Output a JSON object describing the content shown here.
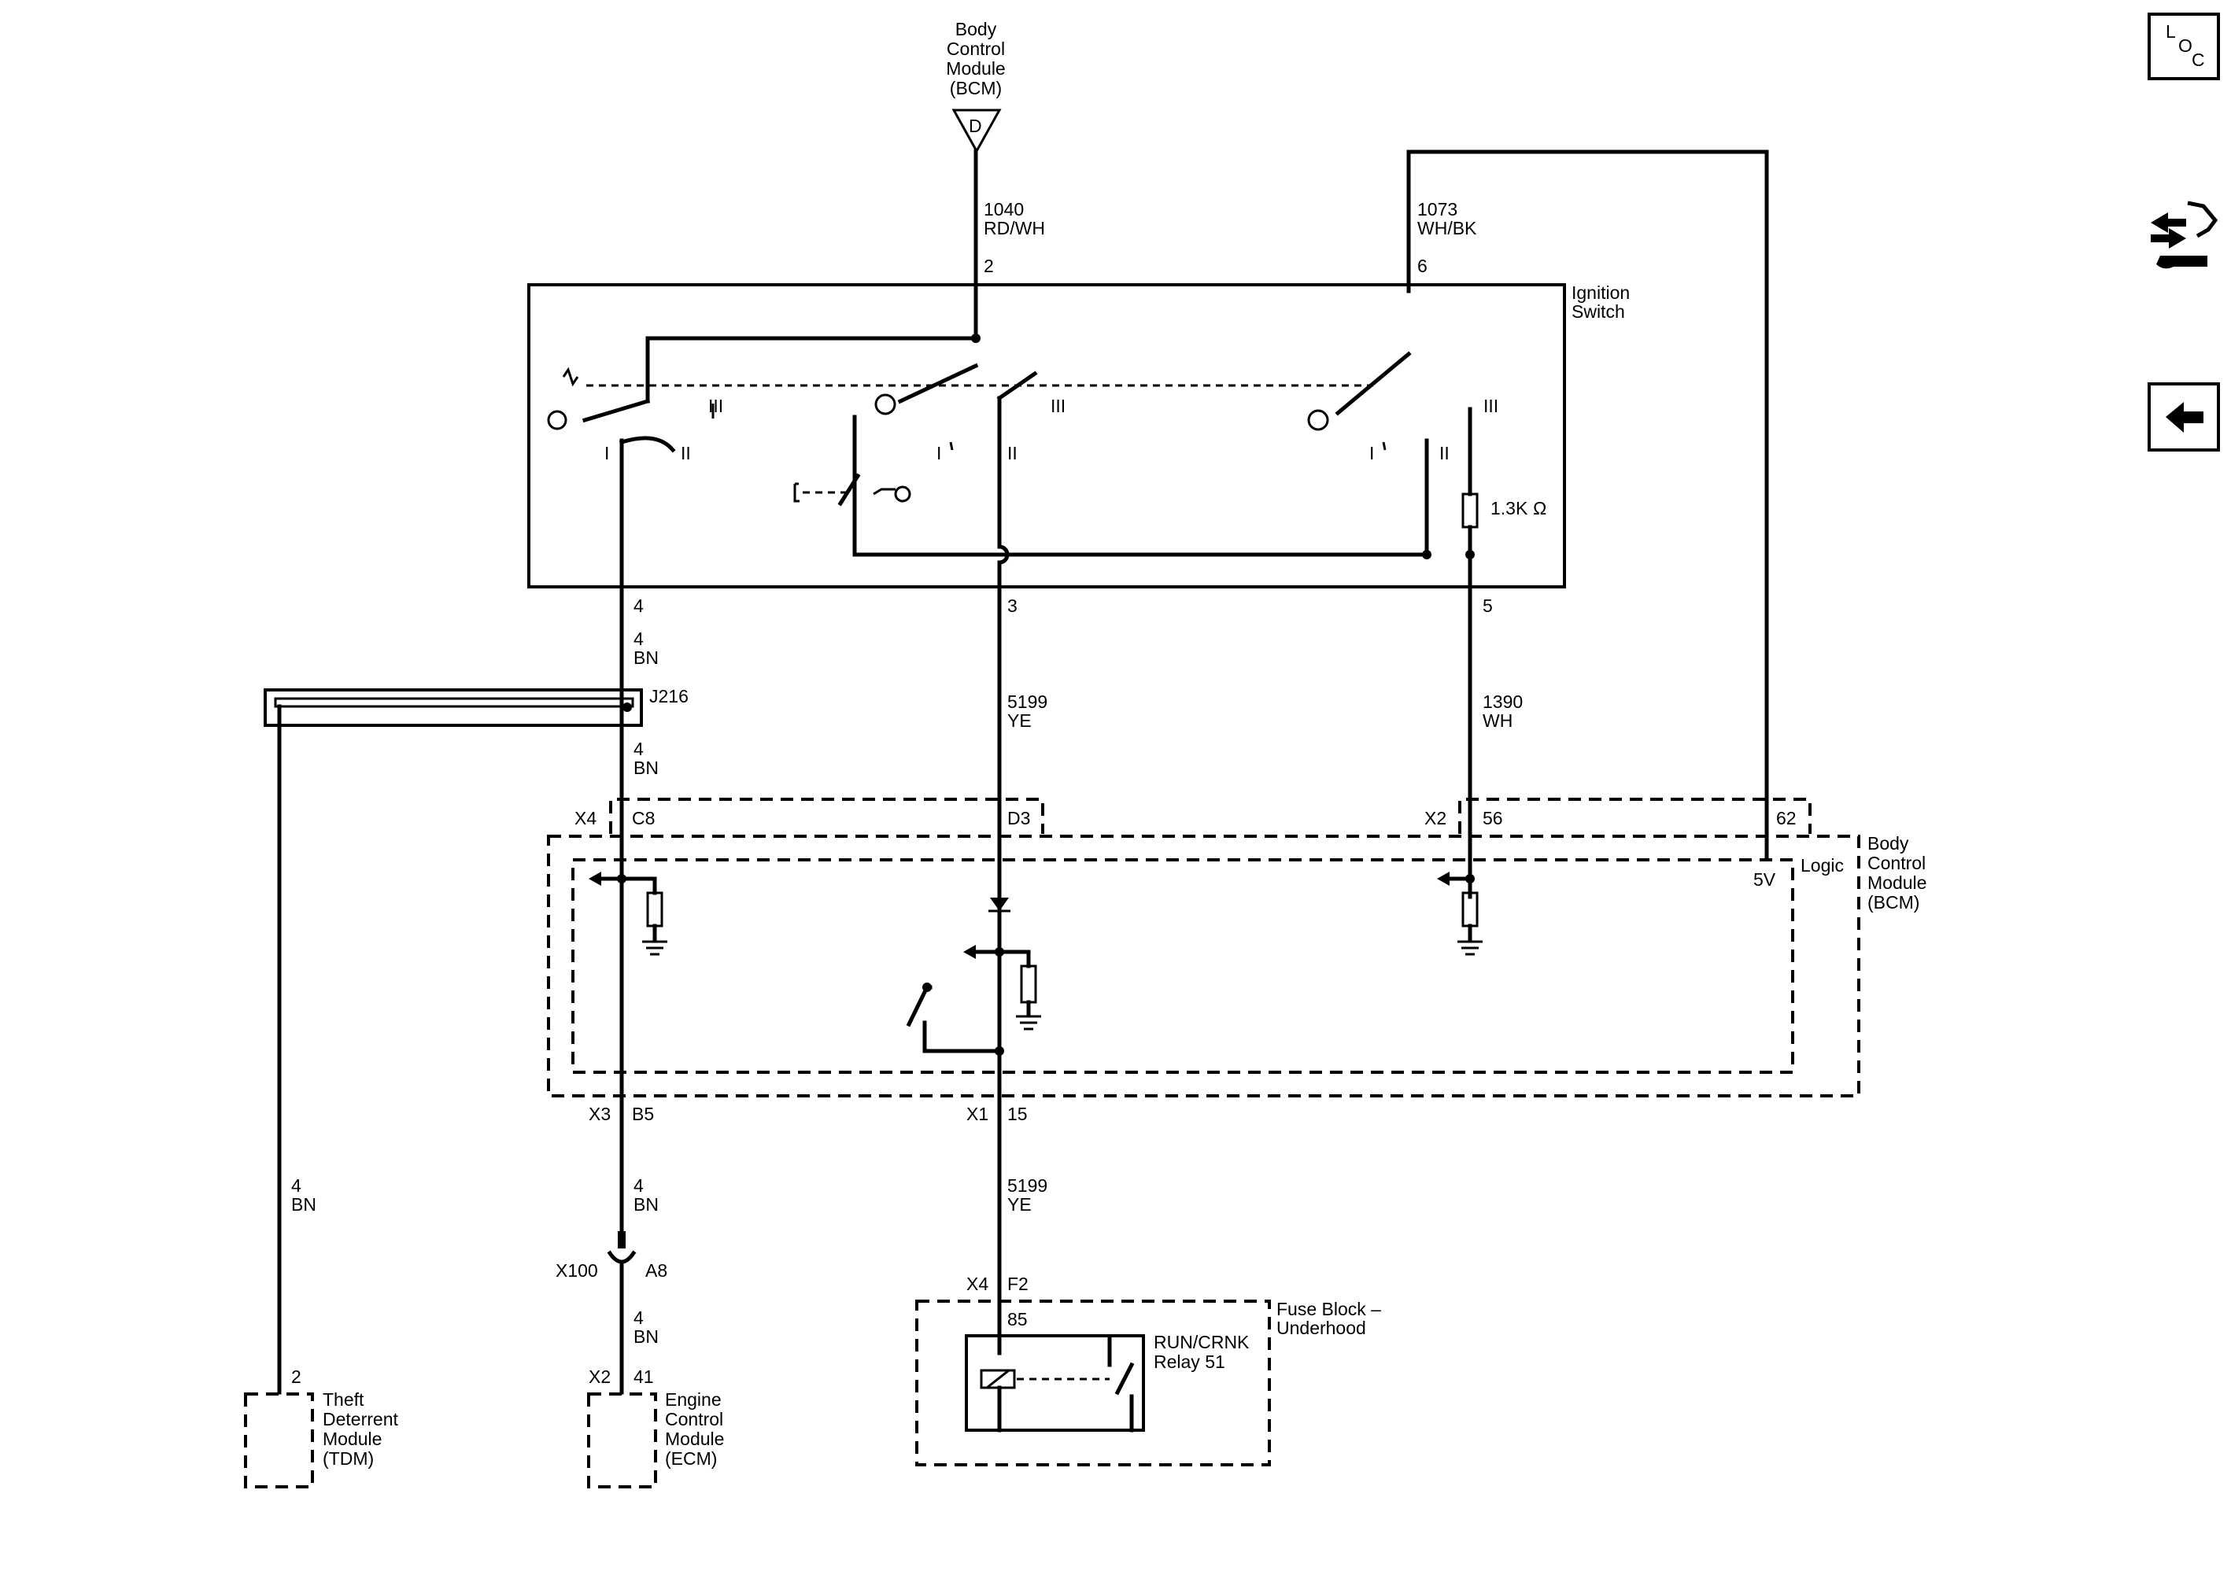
{
  "labels": {
    "bcm_top": [
      "Body",
      "Control",
      "Module",
      "(BCM)"
    ],
    "bcm_top_connector": "D",
    "circuit_1040": "1040",
    "color_1040": "RD/WH",
    "pin_2": "2",
    "circuit_1073": "1073",
    "color_1073": "WH/BK",
    "pin_6": "6",
    "ignition_switch": [
      "Ignition",
      "Switch"
    ],
    "pos_I": "I",
    "pos_II": "II",
    "pos_III": "III",
    "resistor_value": "1.3K Ω",
    "pin_4": "4",
    "pin_3": "3",
    "pin_5": "5",
    "circuit_4": "4",
    "color_bn": "BN",
    "circuit_5199": "5199",
    "color_ye": "YE",
    "circuit_1390": "1390",
    "color_wh": "WH",
    "splice_j216": "J216",
    "conn_x4": "X4",
    "pin_c8": "C8",
    "pin_d3": "D3",
    "conn_x2": "X2",
    "pin_56": "56",
    "pin_62": "62",
    "logic": "Logic",
    "five_v": "5V",
    "bcm_right": [
      "Body",
      "Control",
      "Module",
      "(BCM)"
    ],
    "conn_x3": "X3",
    "pin_b5": "B5",
    "conn_x1": "X1",
    "pin_15": "15",
    "inline_x100": "X100",
    "pin_a8": "A8",
    "pin_f2": "F2",
    "pin_85": "85",
    "fuse_block": [
      "Fuse Block –",
      "Underhood"
    ],
    "relay": [
      "RUN/CRNK",
      "Relay 51"
    ],
    "tdm_pin": "2",
    "tdm": [
      "Theft",
      "Deterrent",
      "Module",
      "(TDM)"
    ],
    "ecm_conn": "X2",
    "ecm_pin": "41",
    "ecm": [
      "Engine",
      "Control",
      "Module",
      "(ECM)"
    ]
  },
  "nav": {
    "loc": [
      "L",
      "O",
      "C"
    ],
    "connector_icon": "connector-repair-icon",
    "back_icon": "back-arrow-icon"
  }
}
